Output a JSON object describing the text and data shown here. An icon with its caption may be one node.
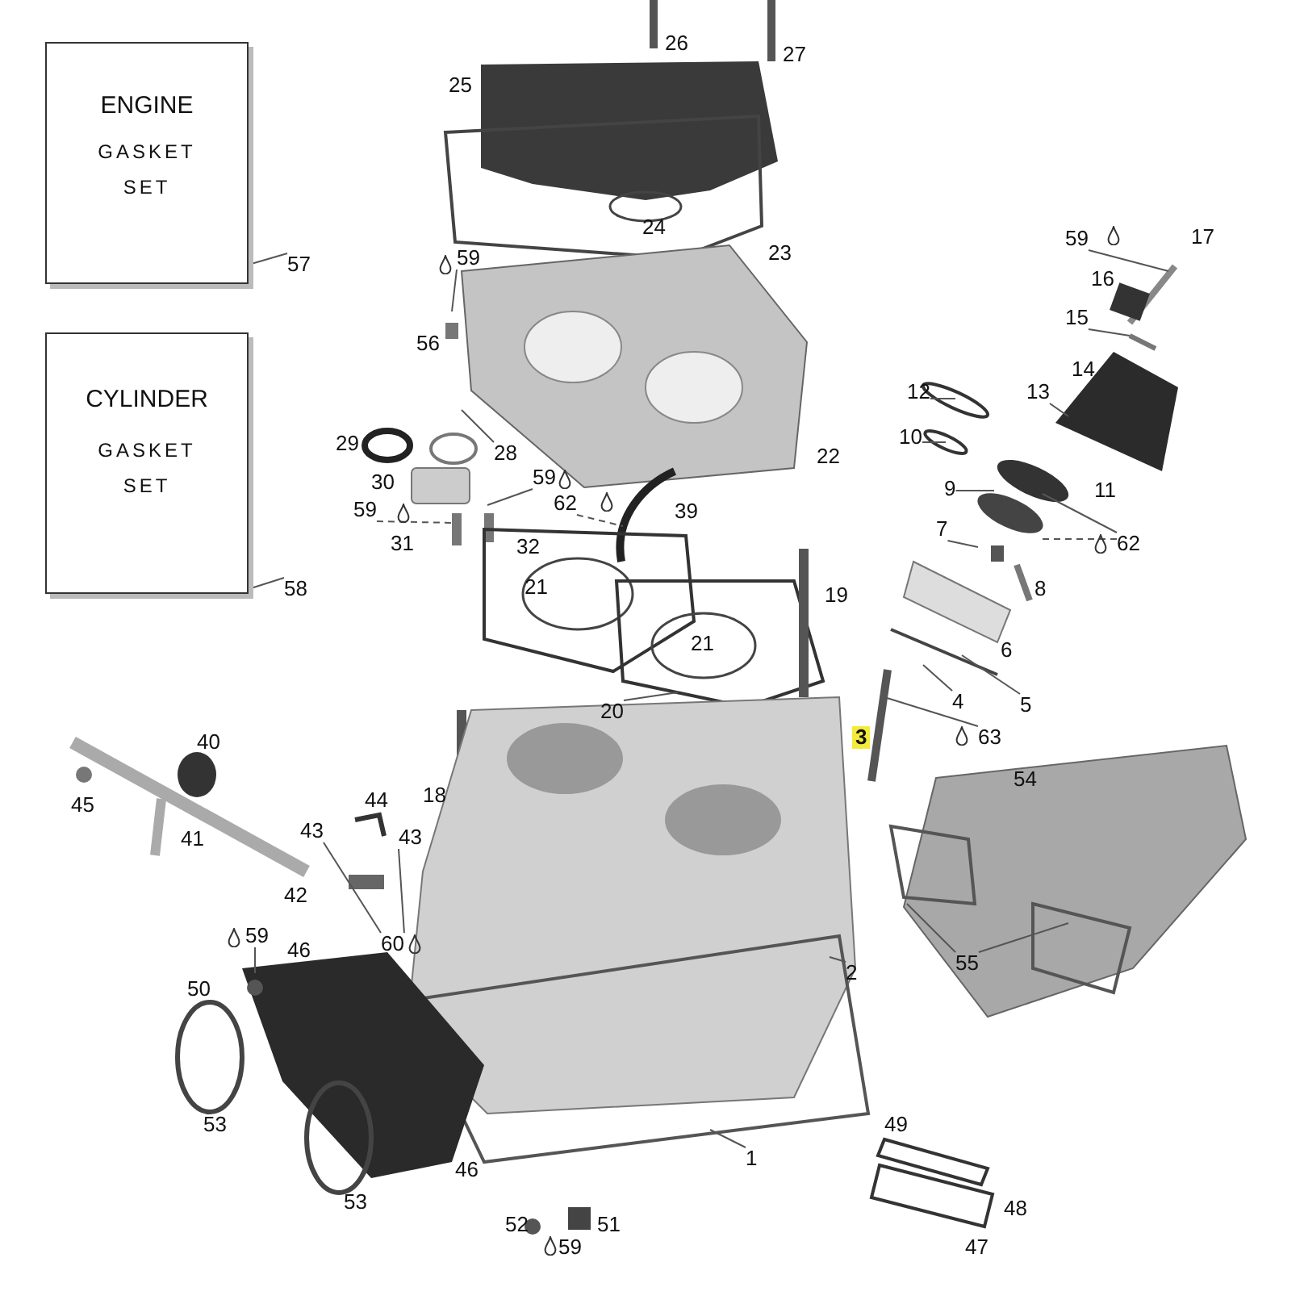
{
  "diagram": {
    "nodes": [
      {
        "text": [
          "ENGINE",
          "GASKET SET"
        ]
      },
      {
        "text": [
          "57"
        ]
      },
      {
        "text": [
          "CYLINDER",
          "GASKET SET"
        ]
      },
      {
        "text": [
          "58"
        ]
      },
      {
        "text": [
          "59"
        ]
      },
      {
        "text": [
          "15"
        ]
      },
      {
        "text": [
          "13"
        ]
      },
      {
        "text": [
          "12"
        ]
      },
      {
        "text": [
          "10"
        ]
      },
      {
        "text": [
          "9"
        ]
      },
      {
        "text": [
          "62"
        ]
      },
      {
        "text": [
          "7"
        ]
      },
      {
        "text": [
          "4"
        ]
      },
      {
        "text": [
          "5"
        ]
      },
      {
        "text": [
          "63"
        ]
      },
      {
        "text": [
          "59"
        ]
      },
      {
        "text": [
          "28"
        ]
      },
      {
        "text": [
          "59"
        ]
      },
      {
        "text": [
          "62"
        ]
      },
      {
        "text": [
          "59"
        ]
      },
      {
        "text": [
          "43"
        ]
      },
      {
        "text": [
          "43"
        ]
      },
      {
        "text": [
          "59"
        ]
      },
      {
        "text": [
          "55"
        ]
      },
      {
        "text": [
          "20"
        ]
      },
      {
        "text": [
          "1"
        ]
      },
      {
        "text": [
          "2"
        ]
      },
      {
        "text": [
          "60"
        ]
      }
    ],
    "edges": [
      {
        "from": 1,
        "to": 0,
        "arrow": "none"
      },
      {
        "from": 3,
        "to": 2,
        "arrow": "none"
      },
      {
        "from": 4,
        "to": null,
        "arrow": "none"
      },
      {
        "from": 5,
        "to": null,
        "arrow": "none"
      },
      {
        "from": 6,
        "to": null,
        "arrow": "none"
      },
      {
        "from": 7,
        "to": null,
        "arrow": "none"
      },
      {
        "from": 8,
        "to": null,
        "arrow": "none"
      },
      {
        "from": 9,
        "to": null,
        "arrow": "none"
      },
      {
        "from": 10,
        "to": null,
        "arrow": "none"
      },
      {
        "from": 10,
        "to": null,
        "arrow": "none",
        "style": "dashed"
      },
      {
        "from": 11,
        "to": null,
        "arrow": "none"
      },
      {
        "from": 12,
        "to": null,
        "arrow": "none"
      },
      {
        "from": 13,
        "to": null,
        "arrow": "none"
      },
      {
        "from": 14,
        "to": null,
        "arrow": "none"
      },
      {
        "from": 15,
        "to": null,
        "arrow": "none"
      },
      {
        "from": 16,
        "to": null,
        "arrow": "none"
      },
      {
        "from": 17,
        "to": null,
        "arrow": "none"
      },
      {
        "from": 18,
        "to": null,
        "arrow": "none",
        "style": "dashed"
      },
      {
        "from": 19,
        "to": null,
        "arrow": "none",
        "style": "dashed"
      },
      {
        "from": 20,
        "to": 27,
        "arrow": "none"
      },
      {
        "from": 21,
        "to": 27,
        "arrow": "none"
      },
      {
        "from": 22,
        "to": null,
        "arrow": "none"
      },
      {
        "from": 23,
        "to": null,
        "arrow": "none"
      },
      {
        "from": 23,
        "to": null,
        "arrow": "none"
      },
      {
        "from": 24,
        "to": null,
        "arrow": "none"
      },
      {
        "from": 25,
        "to": null,
        "arrow": "none"
      },
      {
        "from": 26,
        "to": null,
        "arrow": "none"
      }
    ],
    "labels": [
      "26",
      "27",
      "25",
      "17",
      "16",
      "24",
      "23",
      "14",
      "56",
      "22",
      "29",
      "11",
      "30",
      "8",
      "31",
      "32",
      "39",
      "21",
      "6",
      "19",
      "21",
      "40",
      "3",
      "18",
      "54",
      "45",
      "41",
      "44",
      "42",
      "50",
      "46",
      "53",
      "49",
      "48",
      "46",
      "53",
      "52",
      "51",
      "59",
      "47"
    ]
  }
}
